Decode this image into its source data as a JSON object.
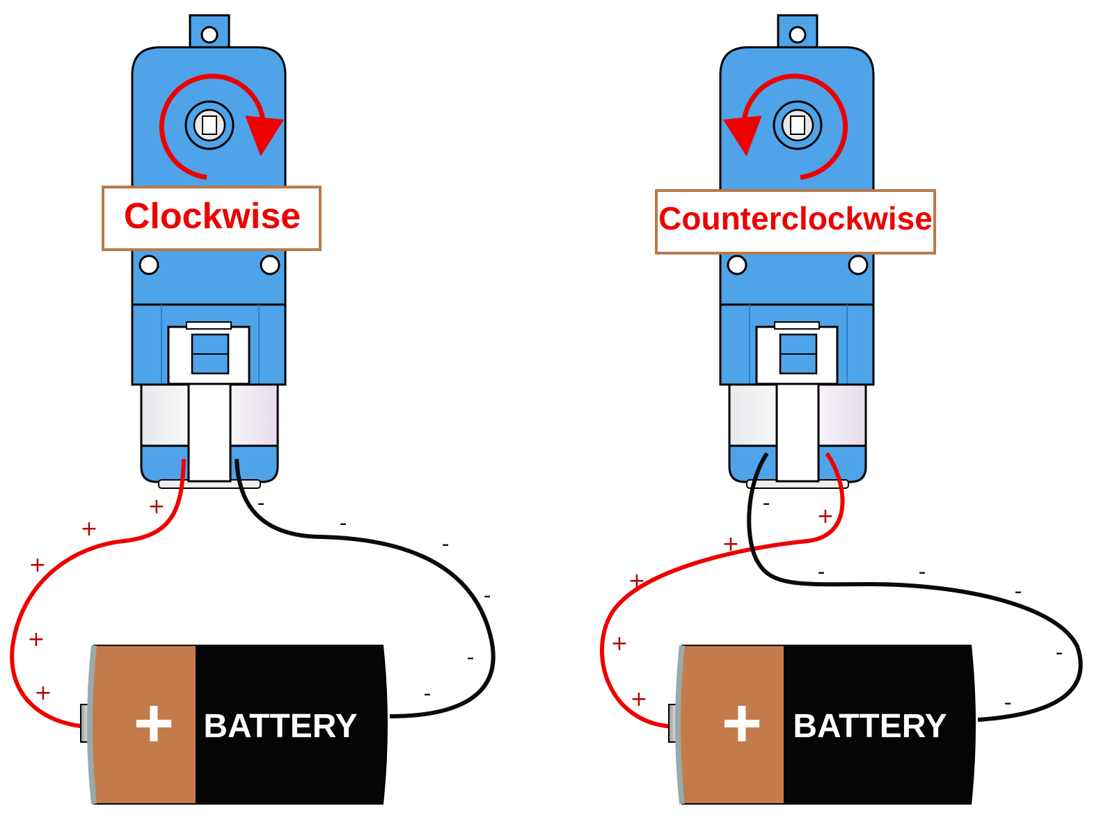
{
  "colors": {
    "motor_blue": "#4fa3e8",
    "motor_blue_dark": "#2a7fce",
    "arrow_red": "#ee0000",
    "wire_red": "#ee0000",
    "wire_black": "#0a0a0a",
    "label_border": "#b87a4b",
    "label_text": "#ee0000",
    "battery_copper": "#c47b4c",
    "battery_black": "#050505",
    "plus_sign_color": "#b00000",
    "minus_sign_color": "#111111"
  },
  "left_panel": {
    "direction_label": "Clockwise",
    "rotation": "clockwise",
    "battery_label": "BATTERY",
    "battery_plus": "+",
    "wire_plus_sign": "+",
    "wire_minus_sign": "-"
  },
  "right_panel": {
    "direction_label": "Counterclockwise",
    "rotation": "counterclockwise",
    "battery_label": "BATTERY",
    "battery_plus": "+",
    "wire_plus_sign": "+",
    "wire_minus_sign": "-"
  }
}
